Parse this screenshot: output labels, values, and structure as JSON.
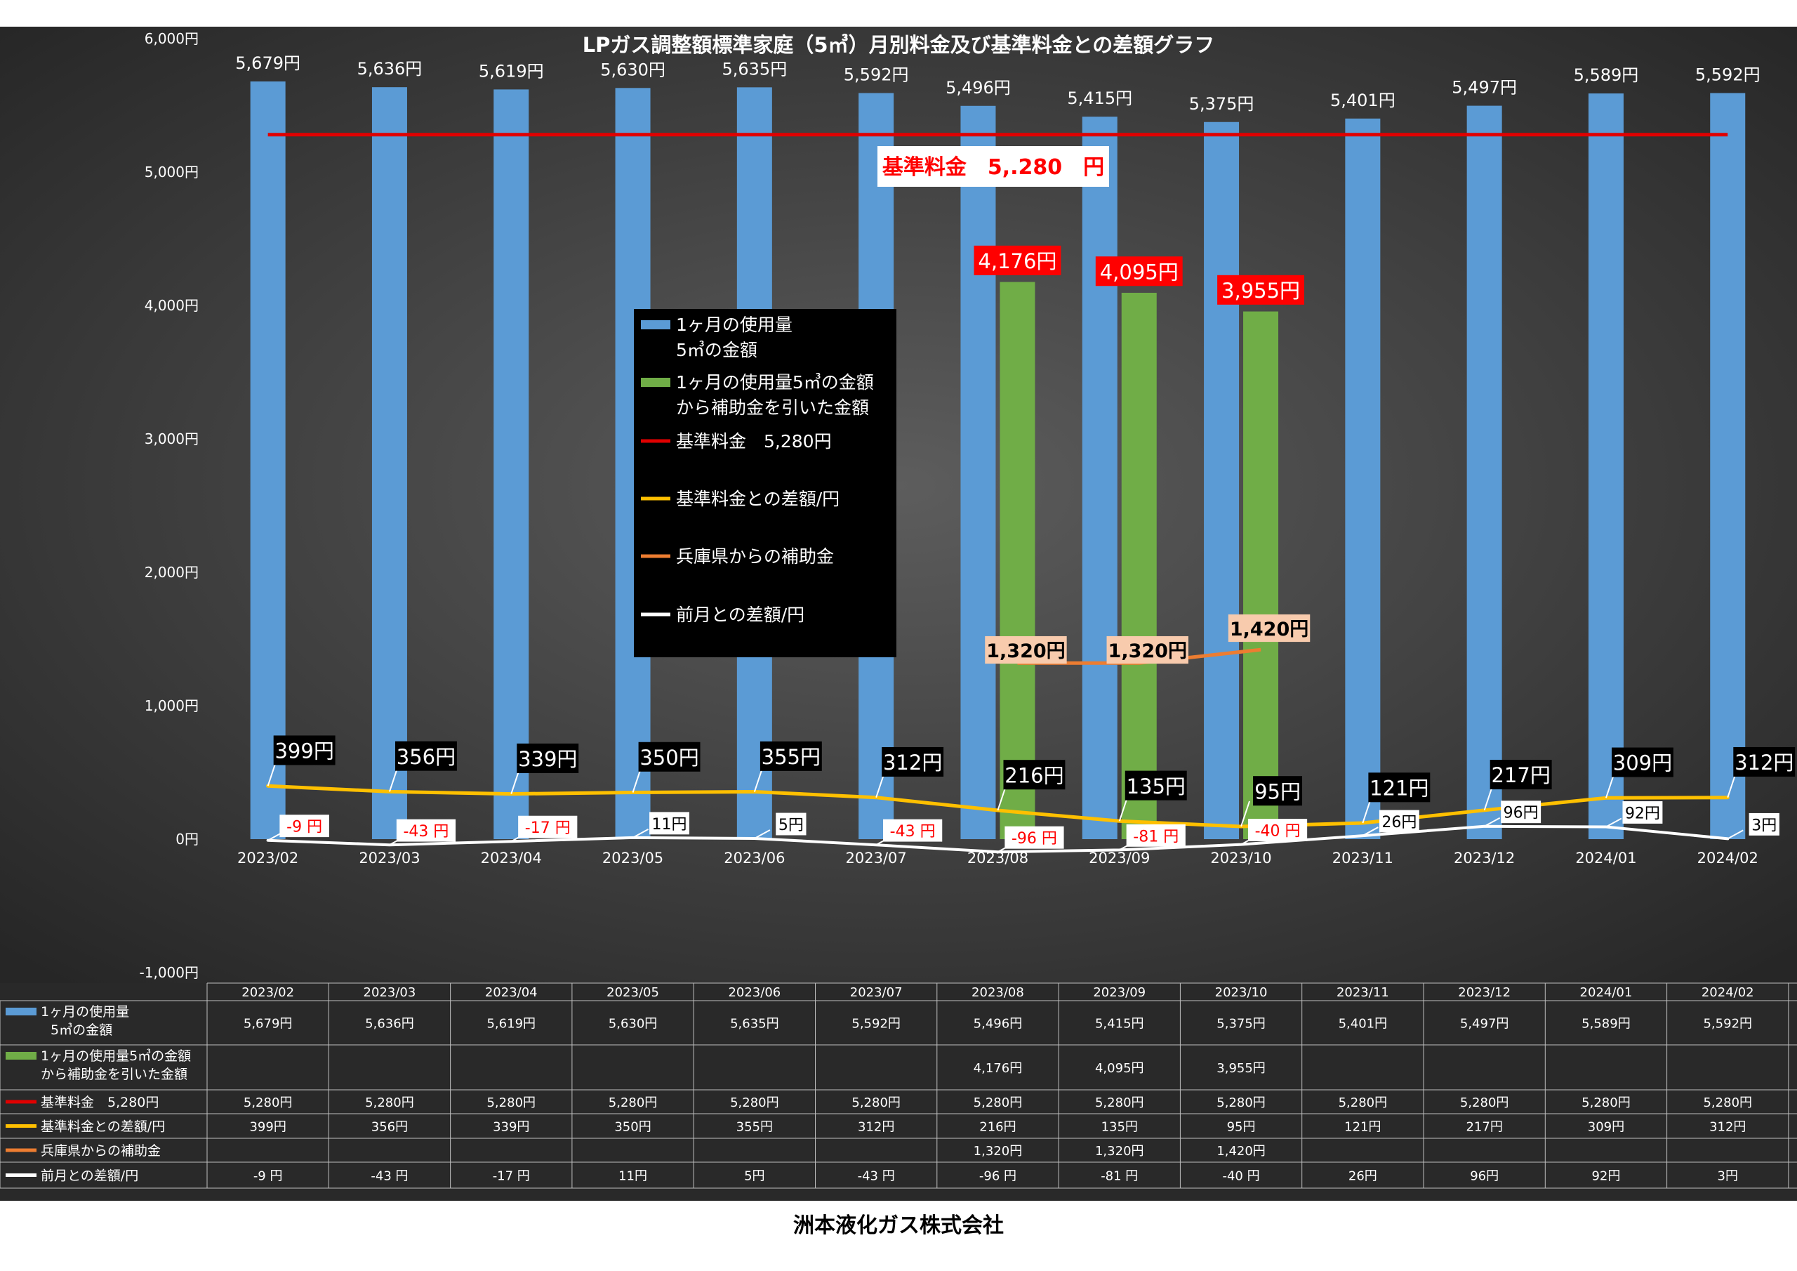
{
  "company": "洲本液化ガス株式会社",
  "chart_data": {
    "type": "bar",
    "title": "LPガス調整額標準家庭（5㎥）月別料金及び基準料金との差額グラフ",
    "base_price_annotation": "基準料金　5,.280　円",
    "unit_suffix": "円",
    "categories": [
      "2023/02",
      "2023/03",
      "2023/04",
      "2023/05",
      "2023/06",
      "2023/07",
      "2023/08",
      "2023/09",
      "2023/10",
      "2023/11",
      "2023/12",
      "2024/01",
      "2024/02"
    ],
    "y_ticks": [
      {
        "value": 6000,
        "label": "6,000円"
      },
      {
        "value": 5000,
        "label": "5,000円"
      },
      {
        "value": 4000,
        "label": "4,000円"
      },
      {
        "value": 3000,
        "label": "3,000円"
      },
      {
        "value": 2000,
        "label": "2,000円"
      },
      {
        "value": 1000,
        "label": "1,000円"
      },
      {
        "value": 0,
        "label": "0円"
      },
      {
        "value": -1000,
        "label": "-1,000円"
      }
    ],
    "ylim": [
      -1000,
      6000
    ],
    "grid": false,
    "legend_position": "center",
    "colors": {
      "background_dark": "#2b2b2b",
      "background_light": "#5a5a5a",
      "usage": "#5b9bd5",
      "after_subsidy": "#70ad47",
      "base": "#e00000",
      "diff_base": "#ffc000",
      "subsidy": "#ed7d31",
      "diff_prev": "#ffffff",
      "label_red": "#ff0000",
      "subsidy_label_bg": "#f8cbad"
    },
    "series": [
      {
        "key": "usage",
        "name": "1ヶ月の使用量\n5㎥の金額",
        "kind": "bar",
        "values": [
          5679,
          5636,
          5619,
          5630,
          5635,
          5592,
          5496,
          5415,
          5375,
          5401,
          5497,
          5589,
          5592
        ],
        "labels": [
          "5,679円",
          "5,636円",
          "5,619円",
          "5,630円",
          "5,635円",
          "5,592円",
          "5,496円",
          "5,415円",
          "5,375円",
          "5,401円",
          "5,497円",
          "5,589円",
          "5,592円"
        ]
      },
      {
        "key": "after_subsidy",
        "name": "1ヶ月の使用量5㎥の金額\nから補助金を引いた金額",
        "kind": "bar",
        "values": [
          null,
          null,
          null,
          null,
          null,
          null,
          4176,
          4095,
          3955,
          null,
          null,
          null,
          null
        ],
        "labels": [
          "",
          "",
          "",
          "",
          "",
          "",
          "4,176円",
          "4,095円",
          "3,955円",
          "",
          "",
          "",
          ""
        ]
      },
      {
        "key": "base",
        "name": "基準料金　5,280円",
        "kind": "line",
        "values": [
          5280,
          5280,
          5280,
          5280,
          5280,
          5280,
          5280,
          5280,
          5280,
          5280,
          5280,
          5280,
          5280
        ],
        "labels": [
          "5,280円",
          "5,280円",
          "5,280円",
          "5,280円",
          "5,280円",
          "5,280円",
          "5,280円",
          "5,280円",
          "5,280円",
          "5,280円",
          "5,280円",
          "5,280円",
          "5,280円"
        ]
      },
      {
        "key": "diff_base",
        "name": "基準料金との差額/円",
        "kind": "line",
        "values": [
          399,
          356,
          339,
          350,
          355,
          312,
          216,
          135,
          95,
          121,
          217,
          309,
          312
        ],
        "labels": [
          "399円",
          "356円",
          "339円",
          "350円",
          "355円",
          "312円",
          "216円",
          "135円",
          "95円",
          "121円",
          "217円",
          "309円",
          "312円"
        ]
      },
      {
        "key": "subsidy",
        "name": "兵庫県からの補助金",
        "kind": "line",
        "values": [
          null,
          null,
          null,
          null,
          null,
          null,
          1320,
          1320,
          1420,
          null,
          null,
          null,
          null
        ],
        "labels": [
          "",
          "",
          "",
          "",
          "",
          "",
          "1,320円",
          "1,320円",
          "1,420円",
          "",
          "",
          "",
          ""
        ]
      },
      {
        "key": "diff_prev",
        "name": "前月との差額/円",
        "kind": "line",
        "values": [
          -9,
          -43,
          -17,
          11,
          5,
          -43,
          -96,
          -81,
          -40,
          26,
          96,
          92,
          3
        ],
        "labels": [
          "-9 円",
          "-43 円",
          "-17 円",
          "11円",
          "5円",
          "-43 円",
          "-96 円",
          "-81 円",
          "-40 円",
          "26円",
          "96円",
          "92円",
          "3円"
        ]
      }
    ]
  }
}
